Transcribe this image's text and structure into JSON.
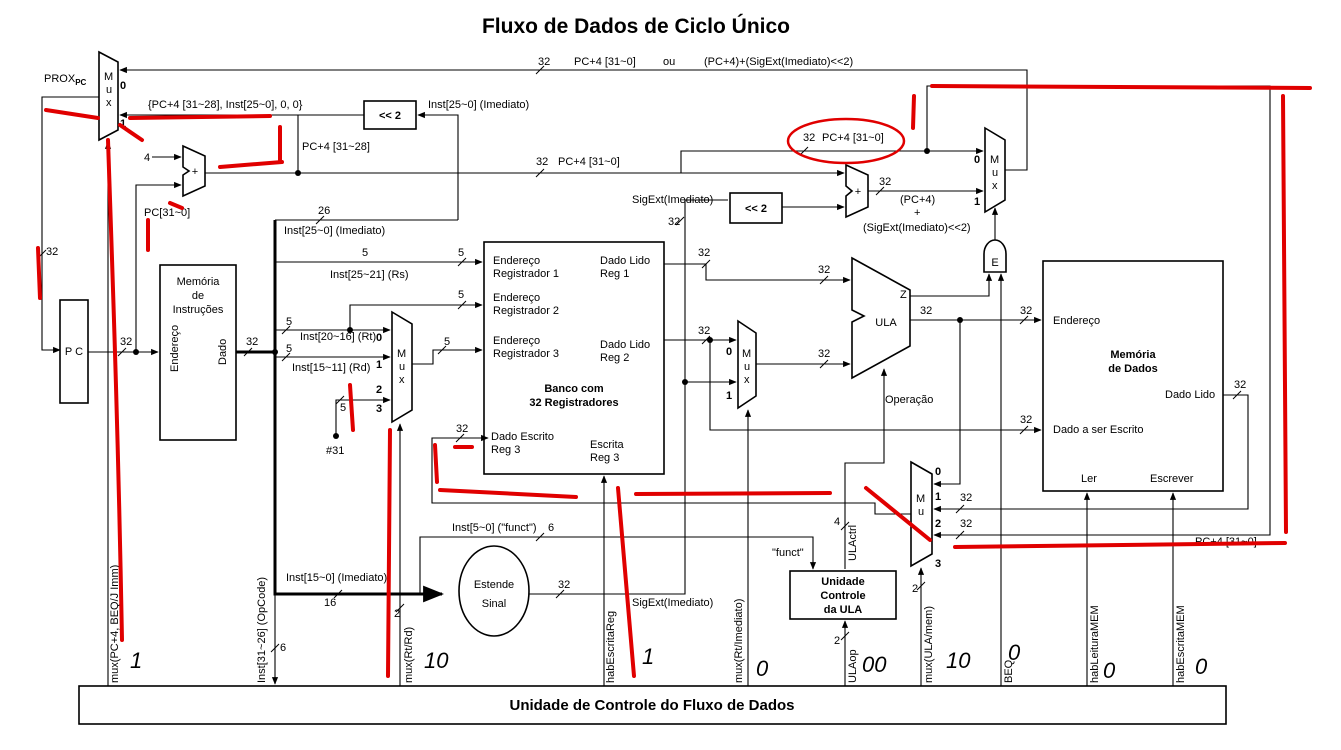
{
  "title": "Fluxo de Dados de Ciclo Único",
  "colors": {
    "wire": "#000000",
    "annotation": "#e00000",
    "background": "#ffffff"
  },
  "blocks": {
    "pc": "P C",
    "instr_mem": [
      "Memória",
      "de",
      "Instruções"
    ],
    "instr_mem_addr": "Endereço",
    "instr_mem_data": "Dado",
    "regfile_title": [
      "Banco com",
      "32 Registradores"
    ],
    "reg_read1": [
      "Endereço",
      "Registrador 1"
    ],
    "reg_read2": [
      "Endereço",
      "Registrador 2"
    ],
    "reg_write": [
      "Endereço",
      "Registrador 3"
    ],
    "reg_out1": [
      "Dado Lido",
      "Reg 1"
    ],
    "reg_out2": [
      "Dado Lido",
      "Reg 2"
    ],
    "reg_wdata": [
      "Dado Escrito",
      "Reg 3"
    ],
    "reg_wen": [
      "Escrita",
      "Reg 3"
    ],
    "data_mem": [
      "Memória",
      "de Dados"
    ],
    "dm_addr": "Endereço",
    "dm_wdata": "Dado a ser Escrito",
    "dm_rdata": "Dado Lido",
    "dm_read": "Ler",
    "dm_write": "Escrever",
    "ula": "ULA",
    "ula_z": "Z",
    "ula_op": "Operação",
    "sign_ext": [
      "Estende",
      "Sinal"
    ],
    "alu_ctrl": [
      "Unidade",
      "Controle",
      "da ULA"
    ],
    "shift": "<< 2",
    "and_gate": "E",
    "adder": "+",
    "control_unit": "Unidade de Controle do Fluxo de Dados"
  },
  "mux": {
    "letters": [
      "M",
      "u",
      "x"
    ],
    "mux_letters_short": [
      "M",
      "u"
    ]
  },
  "labels": {
    "prox_pc": "PROX",
    "prox_pc_sub": "PC",
    "top_bus": [
      "32",
      "PC+4 [31~0]",
      "ou",
      "(PC+4)+(SigExt(Imediato)<<2)"
    ],
    "jump_concat": "{PC+4 [31~28], Inst[25~0], 0, 0}",
    "inst_25_0_imm": "Inst[25~0] (Imediato)",
    "pc4_31_28": "PC+4 [31~28]",
    "pc4_31_0": "PC+4 [31~0]",
    "four": "4",
    "pc_31_0": "PC[31~0]",
    "sigext_imm": "SigExt(Imediato)",
    "pc4_plus": [
      "(PC+4)",
      "+",
      "(SigExt(Imediato)<<2)"
    ],
    "inst_25_0": "Inst[25~0] (Imediato)",
    "inst_25_21": "Inst[25~21] (Rs)",
    "inst_20_16": "Inst[20~16] (Rt)",
    "inst_15_11": "Inst[15~11] (Rd)",
    "inst_5_0": "Inst[5~0] (\"funct\")",
    "inst_15_0": "Inst[15~0] (Imediato)",
    "inst_31_26": "Inst[31~26] (OpCode)",
    "funct": "\"funct\"",
    "reg31": "#31",
    "pc4_bottom": "PC+4 [31~0]",
    "width_32": "32",
    "width_26": "26",
    "width_16": "16",
    "width_6": "6",
    "width_5": "5",
    "width_4": "4",
    "width_2": "2",
    "mux_in_0": "0",
    "mux_in_1": "1",
    "mux_in_2": "2",
    "mux_in_3": "3"
  },
  "control_signals": [
    "mux(PC+4, BEQ/J Imm)",
    "mux(Rt/Rd)",
    "habEscritaReg",
    "mux(Rt/Imediato)",
    "ULAop",
    "mux(ULA/mem)",
    "BEQ",
    "habLeituraMEM",
    "habEscritaMEM"
  ],
  "ula_ctrl_signal": "ULActrl",
  "annotations": {
    "mux_pc": "1",
    "mux_rt_rd": "10",
    "hab_escrita_reg": "1",
    "mux_rt_imm": "0",
    "ula_op": "00",
    "mux_ula_mem": "10",
    "beq": "0",
    "hab_leitura_mem": "0",
    "hab_escrita_mem": "0"
  }
}
